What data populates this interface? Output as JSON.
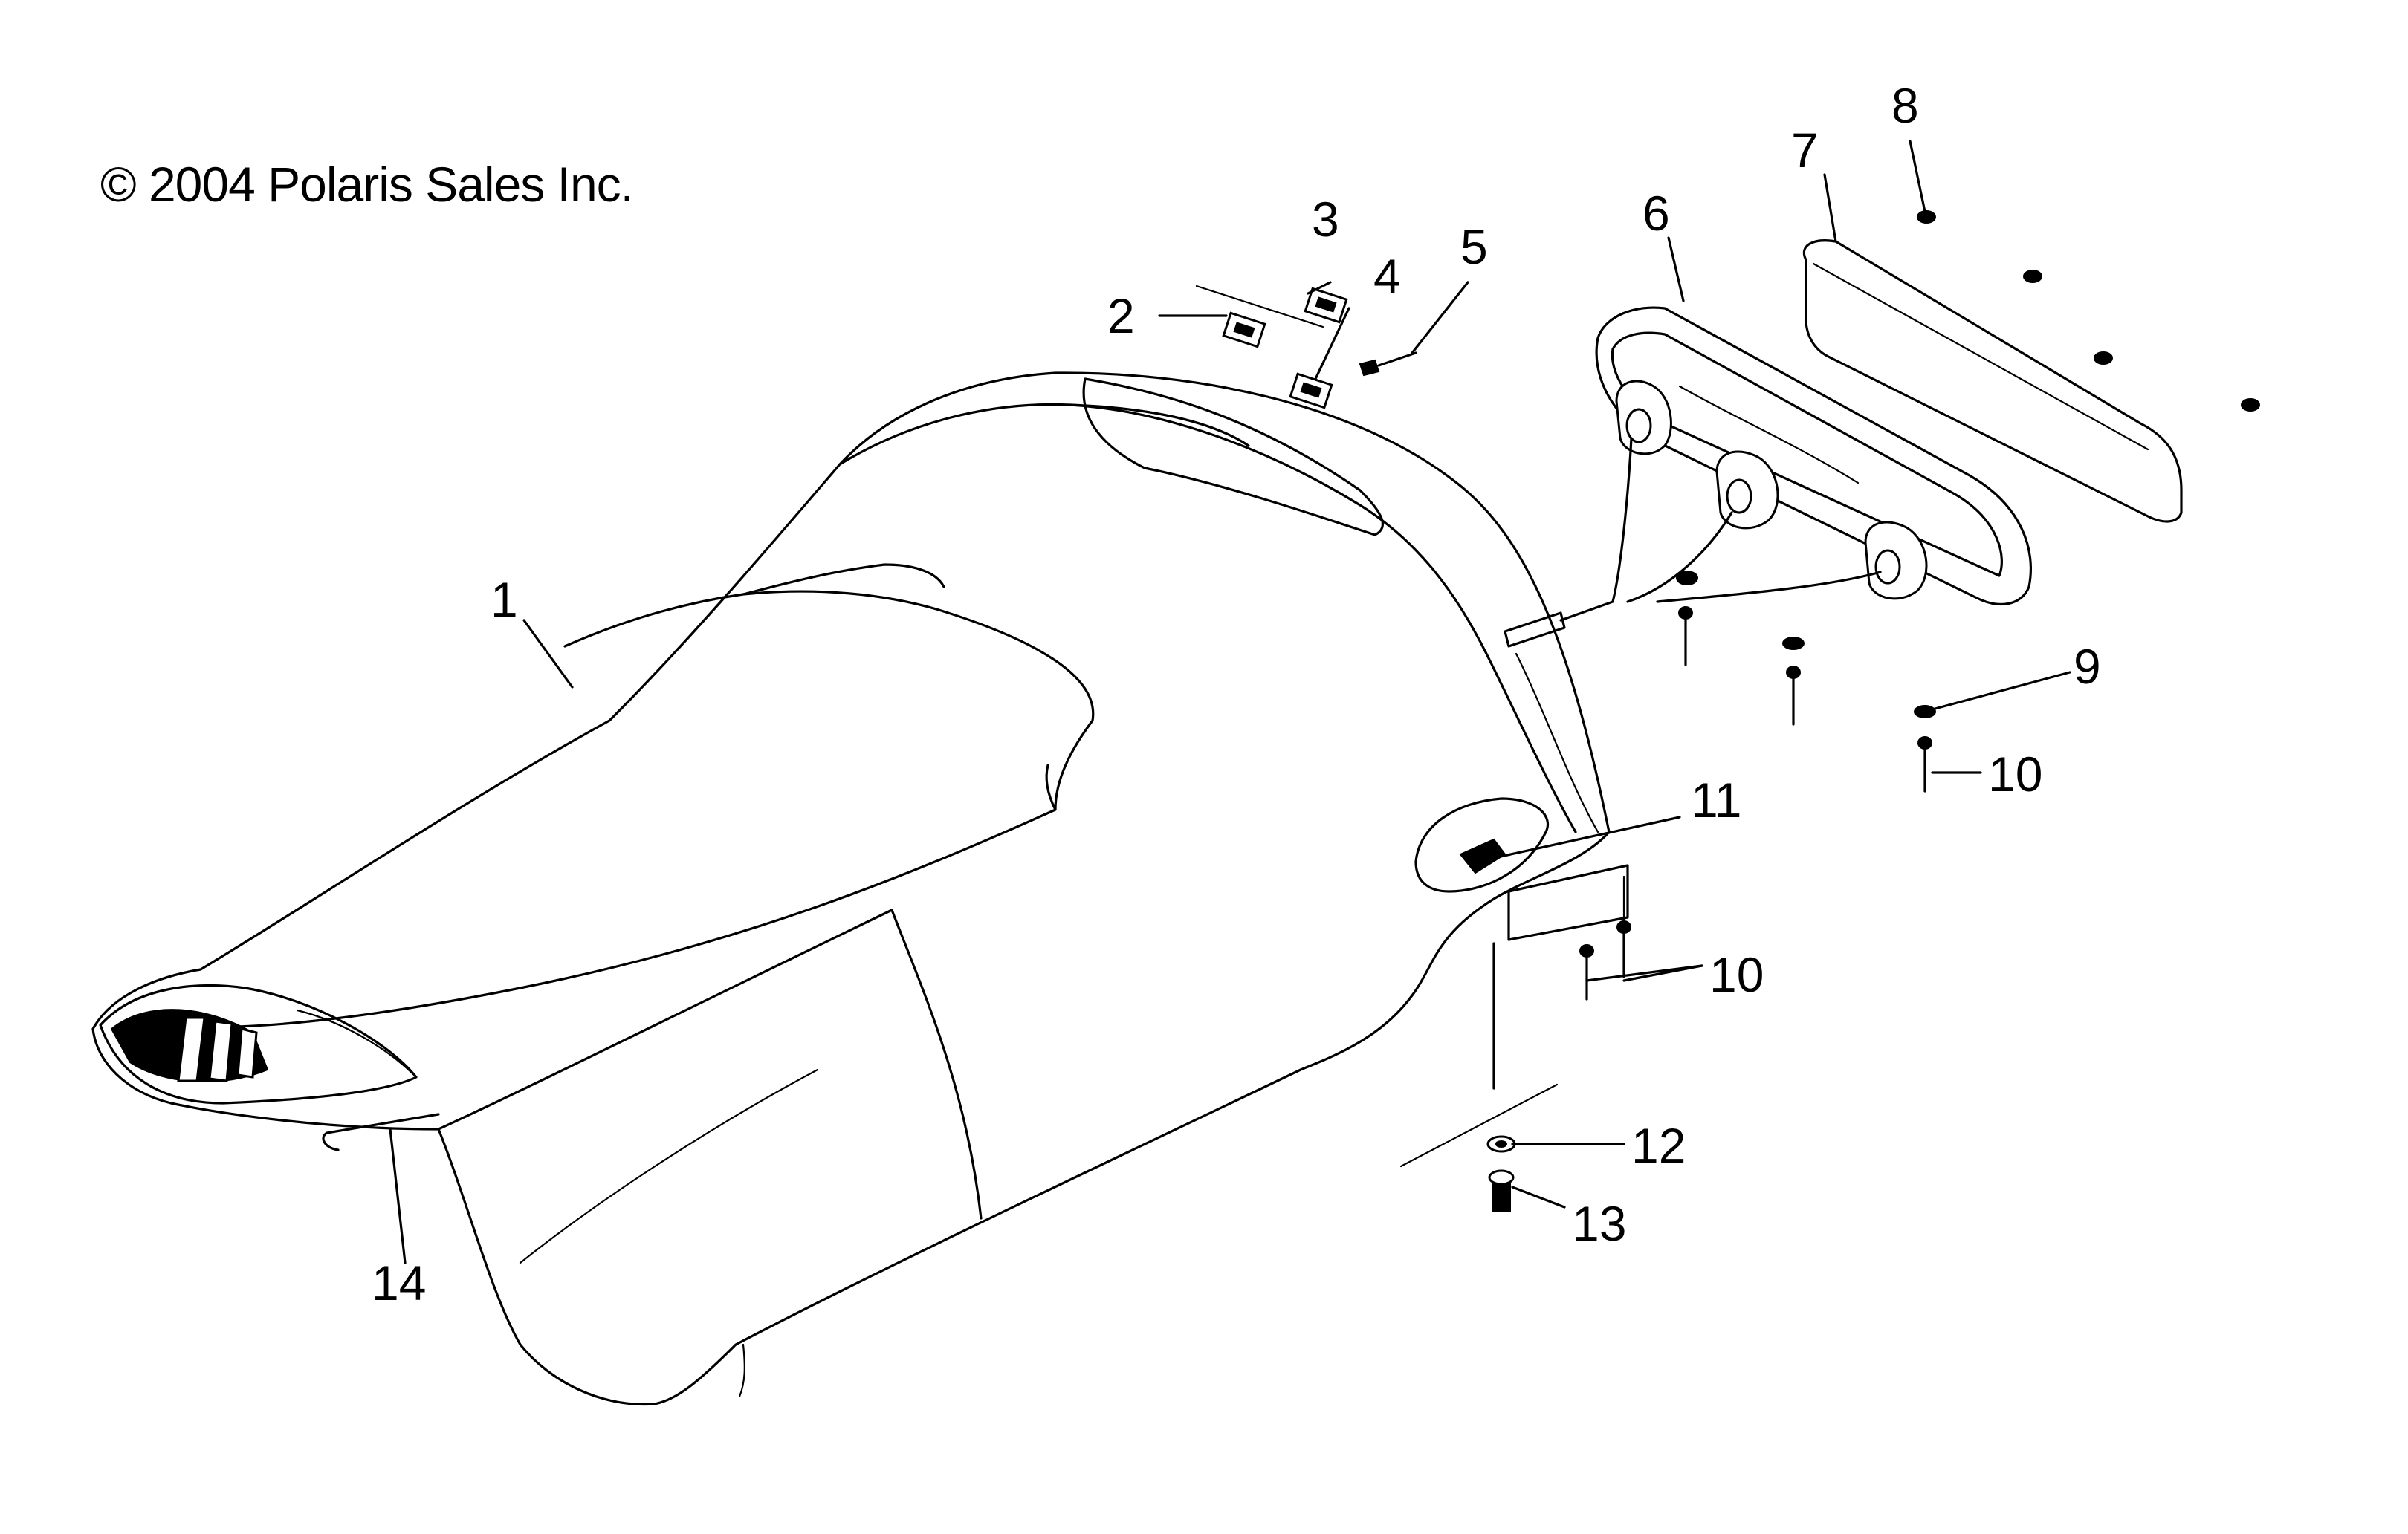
{
  "copyright": "© 2004 Polaris Sales Inc.",
  "callouts": [
    {
      "id": "1",
      "label": "1"
    },
    {
      "id": "2",
      "label": "2"
    },
    {
      "id": "3",
      "label": "3"
    },
    {
      "id": "4",
      "label": "4"
    },
    {
      "id": "5",
      "label": "5"
    },
    {
      "id": "6",
      "label": "6"
    },
    {
      "id": "7",
      "label": "7"
    },
    {
      "id": "8",
      "label": "8"
    },
    {
      "id": "9",
      "label": "9"
    },
    {
      "id": "10a",
      "label": "10"
    },
    {
      "id": "10b",
      "label": "10"
    },
    {
      "id": "11",
      "label": "11"
    },
    {
      "id": "12",
      "label": "12"
    },
    {
      "id": "13",
      "label": "13"
    },
    {
      "id": "14",
      "label": "14"
    }
  ]
}
